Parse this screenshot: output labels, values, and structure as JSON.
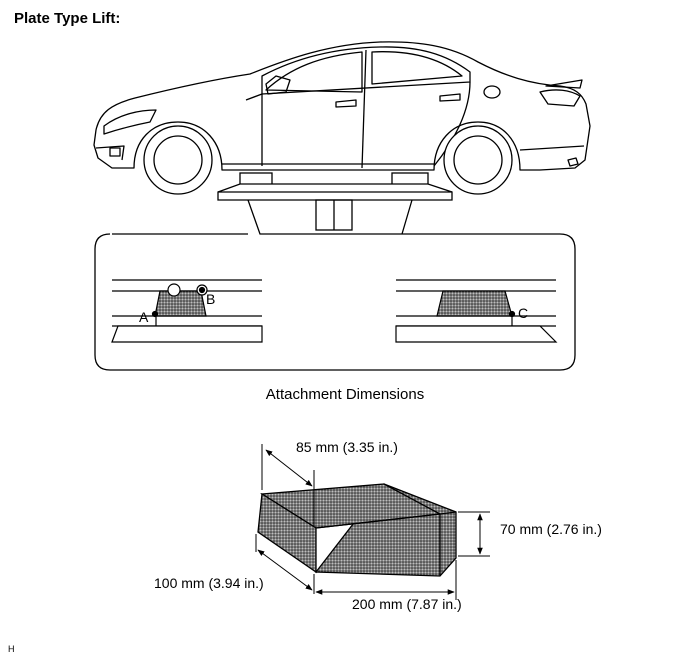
{
  "title": "Plate Type Lift:",
  "section_title": "Attachment Dimensions",
  "figure_code": "H",
  "detail_labels": {
    "a": "A",
    "b": "B",
    "c": "C"
  },
  "dimensions": {
    "width": "85 mm (3.35 in.)",
    "height": "70 mm (2.76 in.)",
    "depth": "100 mm (3.94 in.)",
    "length": "200 mm (7.87 in.)"
  },
  "colors": {
    "line": "#000000",
    "stipple": "#6e6e6e"
  }
}
